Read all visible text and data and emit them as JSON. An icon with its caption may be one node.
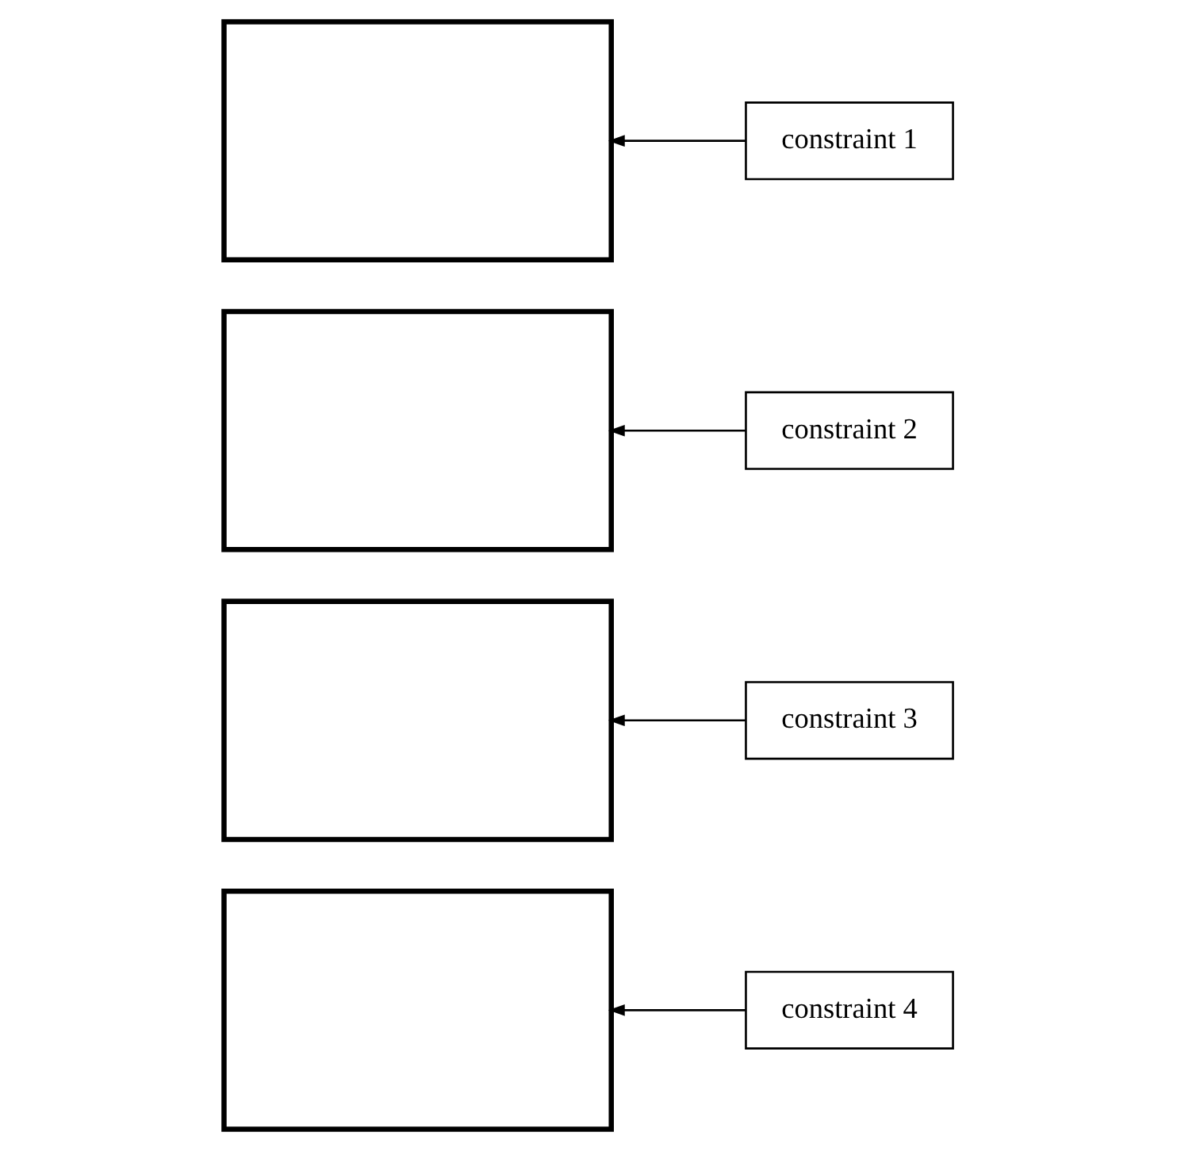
{
  "diagram": {
    "nodes": [
      {
        "text": [],
        "shape": "box"
      },
      {
        "text": [
          "constraint 1"
        ]
      },
      {
        "text": [],
        "shape": "box"
      },
      {
        "text": [
          "constraint 2"
        ]
      },
      {
        "text": [],
        "shape": "box"
      },
      {
        "text": [
          "constraint 3"
        ]
      },
      {
        "text": [],
        "shape": "box"
      },
      {
        "text": [
          "constraint 4"
        ]
      }
    ],
    "edges": [
      {
        "from": 1,
        "to": 0,
        "arrow": "to"
      },
      {
        "from": 3,
        "to": 2,
        "arrow": "to"
      },
      {
        "from": 5,
        "to": 4,
        "arrow": "to"
      },
      {
        "from": 7,
        "to": 6,
        "arrow": "to"
      }
    ]
  }
}
